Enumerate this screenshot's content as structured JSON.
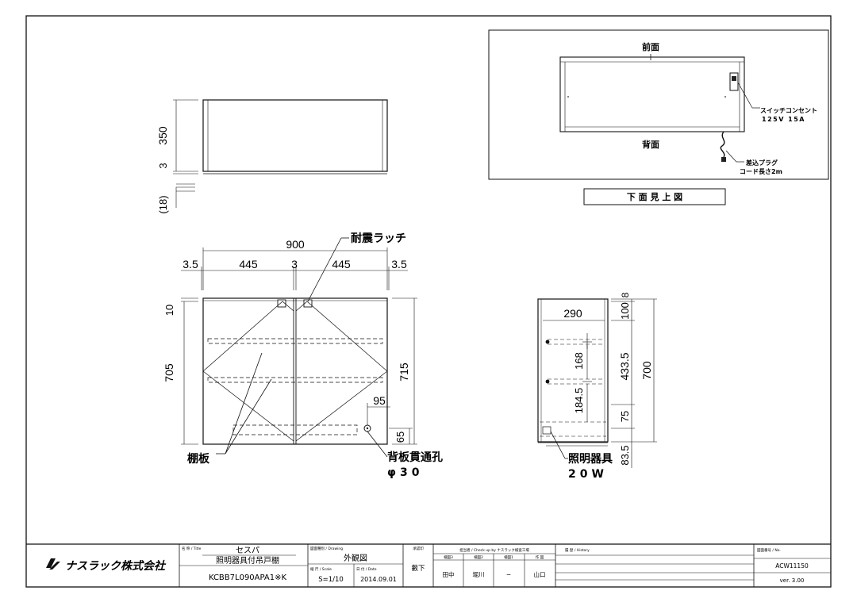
{
  "elevation_top": {
    "dim_height": "350",
    "dim_gap": "3",
    "dim_bottom": "(18)"
  },
  "front": {
    "dim_total": "900",
    "dim_left_edge": "3.5",
    "dim_left_door": "445",
    "dim_gap": "3",
    "dim_right_door": "445",
    "dim_right_edge": "3.5",
    "dim_top": "10",
    "dim_door_height": "705",
    "dim_overall_height": "715",
    "dim_hole_x": "95",
    "dim_hole_y": "65",
    "label_latch": "耐震ラッチ",
    "label_shelf": "棚板",
    "label_hole": "背板貫通孔",
    "label_hole_dia": "φ30"
  },
  "side": {
    "dim_depth": "290",
    "dim_top": "8",
    "dim_a": "100",
    "dim_b": "168",
    "dim_c": "433.5",
    "dim_d": "184.5",
    "dim_e": "75",
    "dim_f": "83.5",
    "dim_total": "700",
    "label_light": "照明器具",
    "label_watt": "20W"
  },
  "bottom_view": {
    "label_front": "前面",
    "label_back": "背面",
    "label_switch": "スイッチコンセント",
    "label_switch_rating": "125V 15A",
    "label_plug": "差込プラグ",
    "label_cord": "コード長さ2m",
    "caption": "下 面 見 上 図"
  },
  "title_block": {
    "company": "ナスラック株式会社",
    "title_label": "名 称 / Title",
    "title_main": "セスパ",
    "title_sub": "照明器具付吊戸棚",
    "product_code": "KCBB7L090APA1※K",
    "drawing_label": "図面種別 / Drawing",
    "drawing_type": "外観図",
    "scale_label": "縮 尺 / Scale",
    "scale": "S=1/10",
    "date_label": "日 付 / Date",
    "date": "2014.09.01",
    "approved_label": "承認印",
    "approved": "藪下",
    "check_label": "担当者 / Check up by ナスラック検査工場",
    "check_col1": "検図3",
    "check_col2": "検図2",
    "check_col3": "検図1",
    "check_col4": "作 図",
    "check_val1": "田中",
    "check_val2": "堀川",
    "check_val3": "−",
    "check_val4": "山口",
    "history_label": "履 歴 / History",
    "docno_label": "図面番号 / No.",
    "docno": "ACW11150",
    "version": "ver. 3.00"
  }
}
